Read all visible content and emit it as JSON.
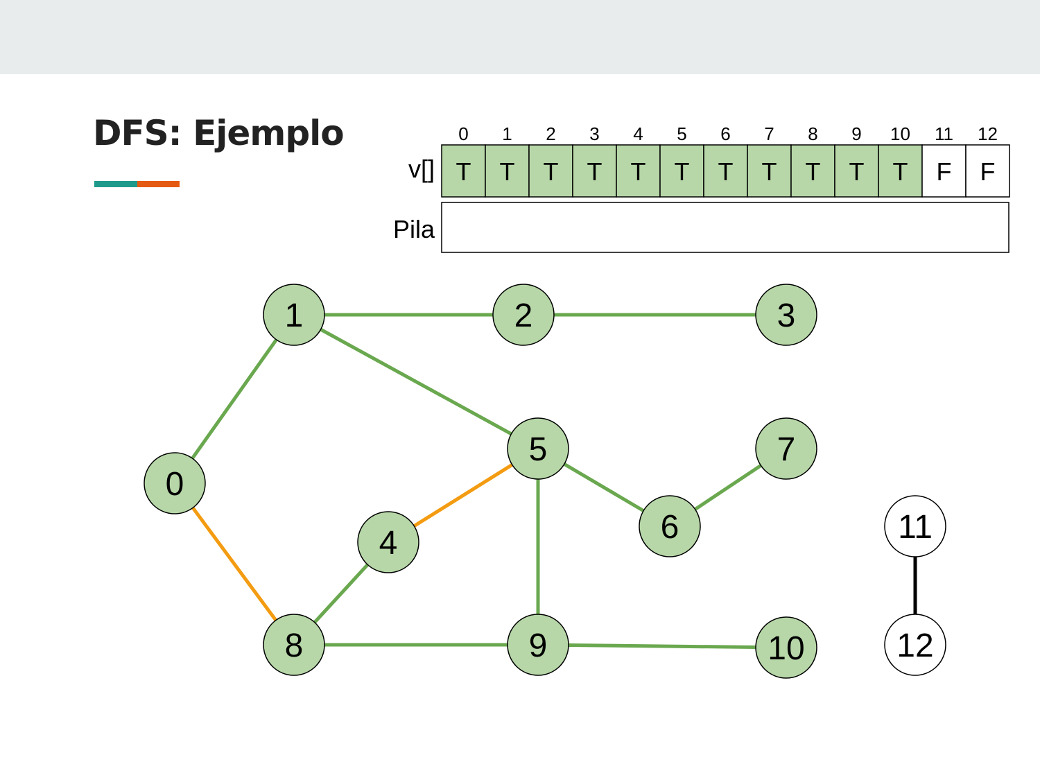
{
  "slide": {
    "title": "DFS: Ejemplo",
    "accent_colors": [
      "#1e9a8c",
      "#e55a12"
    ],
    "header_bg": "#e8ecec"
  },
  "array": {
    "label": "v[]",
    "indices": [
      "0",
      "1",
      "2",
      "3",
      "4",
      "5",
      "6",
      "7",
      "8",
      "9",
      "10",
      "11",
      "12"
    ],
    "values": [
      "T",
      "T",
      "T",
      "T",
      "T",
      "T",
      "T",
      "T",
      "T",
      "T",
      "T",
      "F",
      "F"
    ],
    "visited_color": "#b7d7a8",
    "unvisited_color": "#ffffff"
  },
  "stack": {
    "label": "Pila",
    "items": []
  },
  "graph": {
    "node_visited_color": "#b7d7a8",
    "node_unvisited_color": "#ffffff",
    "edge_colors": {
      "green": "#6aa84f",
      "orange": "#f39c12",
      "black": "#000000"
    },
    "nodes": [
      {
        "id": "0",
        "label": "0",
        "visited": true
      },
      {
        "id": "1",
        "label": "1",
        "visited": true
      },
      {
        "id": "2",
        "label": "2",
        "visited": true
      },
      {
        "id": "3",
        "label": "3",
        "visited": true
      },
      {
        "id": "4",
        "label": "4",
        "visited": true
      },
      {
        "id": "5",
        "label": "5",
        "visited": true
      },
      {
        "id": "6",
        "label": "6",
        "visited": true
      },
      {
        "id": "7",
        "label": "7",
        "visited": true
      },
      {
        "id": "8",
        "label": "8",
        "visited": true
      },
      {
        "id": "9",
        "label": "9",
        "visited": true
      },
      {
        "id": "10",
        "label": "10",
        "visited": true
      },
      {
        "id": "11",
        "label": "11",
        "visited": false
      },
      {
        "id": "12",
        "label": "12",
        "visited": false
      }
    ],
    "edges": [
      {
        "from": "0",
        "to": "1",
        "color": "green"
      },
      {
        "from": "1",
        "to": "2",
        "color": "green"
      },
      {
        "from": "2",
        "to": "3",
        "color": "green"
      },
      {
        "from": "1",
        "to": "5",
        "color": "green"
      },
      {
        "from": "0",
        "to": "8",
        "color": "orange"
      },
      {
        "from": "4",
        "to": "5",
        "color": "orange"
      },
      {
        "from": "4",
        "to": "8",
        "color": "green"
      },
      {
        "from": "5",
        "to": "6",
        "color": "green"
      },
      {
        "from": "6",
        "to": "7",
        "color": "green"
      },
      {
        "from": "5",
        "to": "9",
        "color": "green"
      },
      {
        "from": "8",
        "to": "9",
        "color": "green"
      },
      {
        "from": "9",
        "to": "10",
        "color": "green"
      },
      {
        "from": "11",
        "to": "12",
        "color": "black"
      }
    ]
  }
}
